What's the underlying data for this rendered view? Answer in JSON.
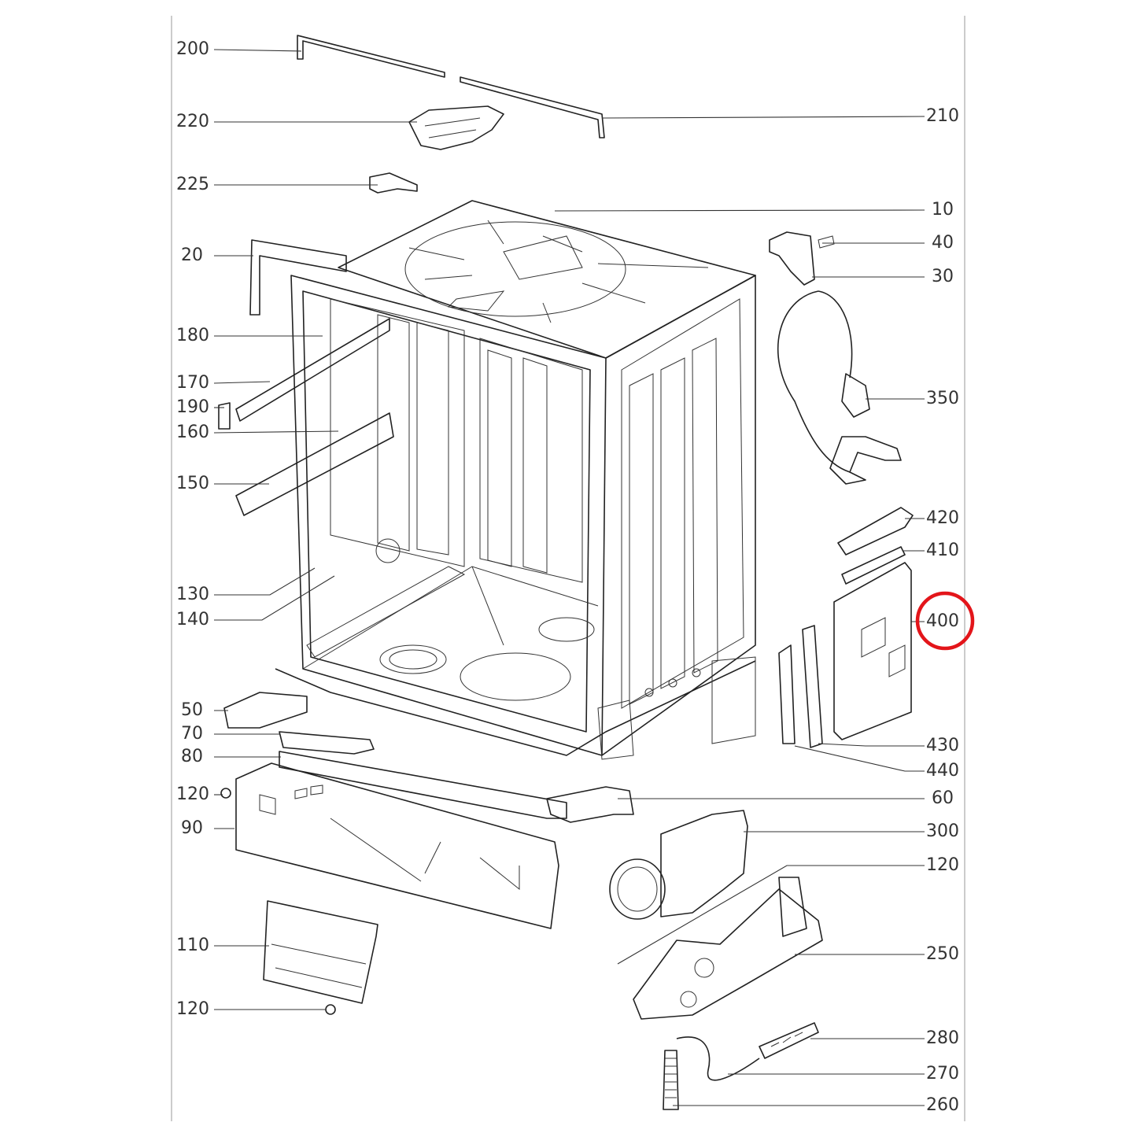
{
  "labels_left": [
    {
      "id": "200",
      "text": "200"
    },
    {
      "id": "220",
      "text": "220"
    },
    {
      "id": "225",
      "text": "225"
    },
    {
      "id": "20",
      "text": "20"
    },
    {
      "id": "180",
      "text": "180"
    },
    {
      "id": "170",
      "text": "170"
    },
    {
      "id": "190",
      "text": "190"
    },
    {
      "id": "160",
      "text": "160"
    },
    {
      "id": "150",
      "text": "150"
    },
    {
      "id": "130",
      "text": "130"
    },
    {
      "id": "140",
      "text": "140"
    },
    {
      "id": "50",
      "text": "50"
    },
    {
      "id": "70",
      "text": "70"
    },
    {
      "id": "80",
      "text": "80"
    },
    {
      "id": "120a",
      "text": "120"
    },
    {
      "id": "90",
      "text": "90"
    },
    {
      "id": "110",
      "text": "110"
    },
    {
      "id": "120b",
      "text": "120"
    }
  ],
  "labels_right": [
    {
      "id": "210",
      "text": "210"
    },
    {
      "id": "10",
      "text": "10"
    },
    {
      "id": "40",
      "text": "40"
    },
    {
      "id": "30",
      "text": "30"
    },
    {
      "id": "350",
      "text": "350"
    },
    {
      "id": "420",
      "text": "420"
    },
    {
      "id": "410",
      "text": "410"
    },
    {
      "id": "400",
      "text": "400"
    },
    {
      "id": "430",
      "text": "430"
    },
    {
      "id": "440",
      "text": "440"
    },
    {
      "id": "60",
      "text": "60"
    },
    {
      "id": "300",
      "text": "300"
    },
    {
      "id": "120c",
      "text": "120"
    },
    {
      "id": "250",
      "text": "250"
    },
    {
      "id": "280",
      "text": "280"
    },
    {
      "id": "270",
      "text": "270"
    },
    {
      "id": "260",
      "text": "260"
    }
  ],
  "highlight": {
    "target": "400",
    "color": "#e3151a"
  }
}
